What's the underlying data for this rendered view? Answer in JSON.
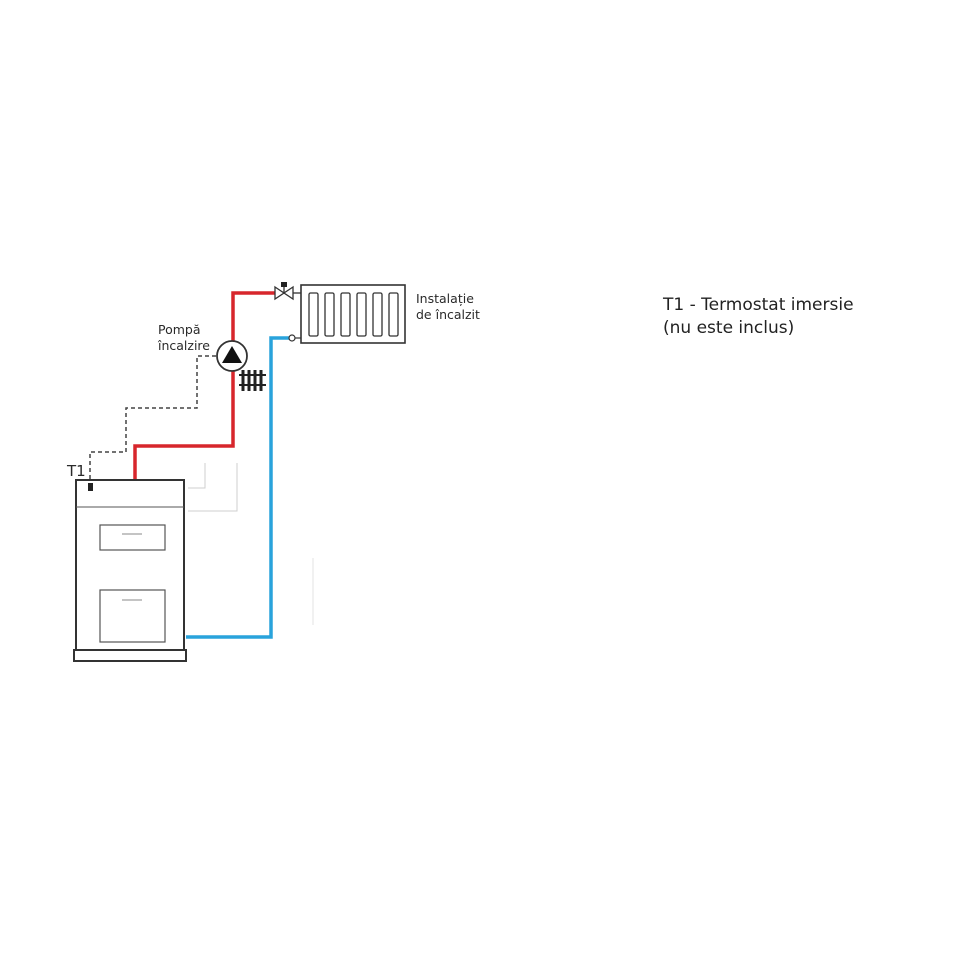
{
  "labels": {
    "t1": "T1",
    "pump_line1": "Pompă",
    "pump_line2": "încalzire",
    "heating_line1": "Instalație",
    "heating_line2": "de încalzit"
  },
  "legend": {
    "line1": "T1 - Termostat imersie",
    "line2": "(nu este inclus)"
  },
  "colors": {
    "flow_pipe": "#d7262c",
    "return_pipe": "#29a3dc",
    "outline": "#333333",
    "sensor_line": "#444444"
  },
  "icons": {
    "pump": "pump-icon",
    "radiator": "radiator-icon",
    "valve": "valve-icon",
    "sensor": "sensor-icon"
  }
}
